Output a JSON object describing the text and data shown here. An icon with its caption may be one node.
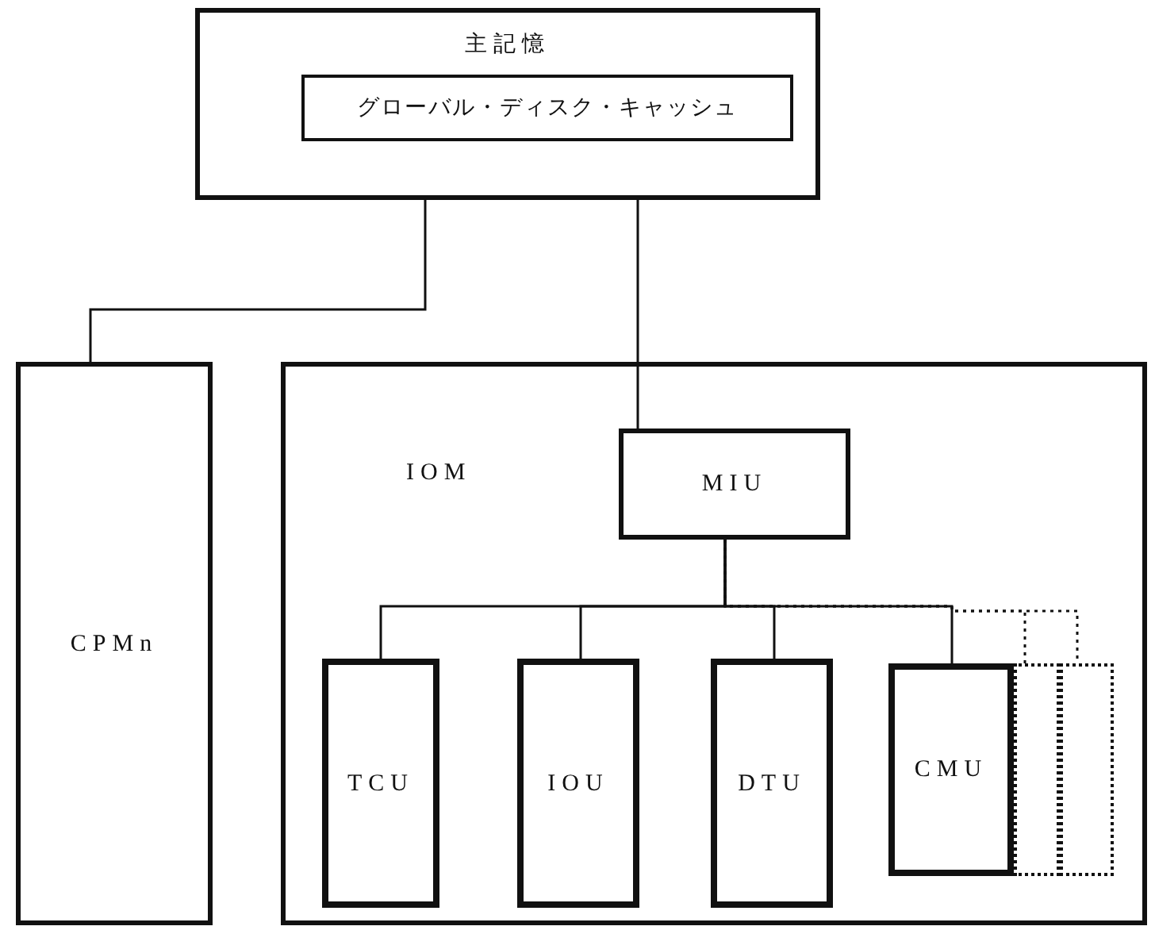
{
  "diagram": {
    "nodes": [
      {
        "text": [
          "主記憶"
        ]
      },
      {
        "text": [
          "グローバル・ディスク・キャッシュ"
        ],
        "in": 0
      },
      {
        "text": [
          "CPMn"
        ]
      },
      {
        "text": [
          "IOM"
        ]
      },
      {
        "text": [
          "MIU"
        ],
        "in": 3
      },
      {
        "text": [
          "TCU"
        ],
        "in": 3
      },
      {
        "text": [
          "IOU"
        ],
        "in": 3
      },
      {
        "text": [
          "DTU"
        ],
        "in": 3
      },
      {
        "text": [
          "CMU"
        ],
        "in": 3
      },
      {
        "text": [],
        "shape": "box",
        "in": 3
      },
      {
        "text": [],
        "shape": "box",
        "in": 3
      }
    ],
    "edges": [
      {
        "from": 0,
        "to": 2,
        "arrow": "none"
      },
      {
        "from": 0,
        "to": 4,
        "arrow": "none"
      },
      {
        "from": 4,
        "to": 5,
        "arrow": "none"
      },
      {
        "from": 4,
        "to": 6,
        "arrow": "none"
      },
      {
        "from": 4,
        "to": 7,
        "arrow": "none"
      },
      {
        "from": 4,
        "to": 8,
        "arrow": "none"
      },
      {
        "from": 4,
        "to": 9,
        "arrow": "none",
        "style": "dashed"
      },
      {
        "from": 4,
        "to": 10,
        "arrow": "none",
        "style": "dashed"
      }
    ]
  }
}
